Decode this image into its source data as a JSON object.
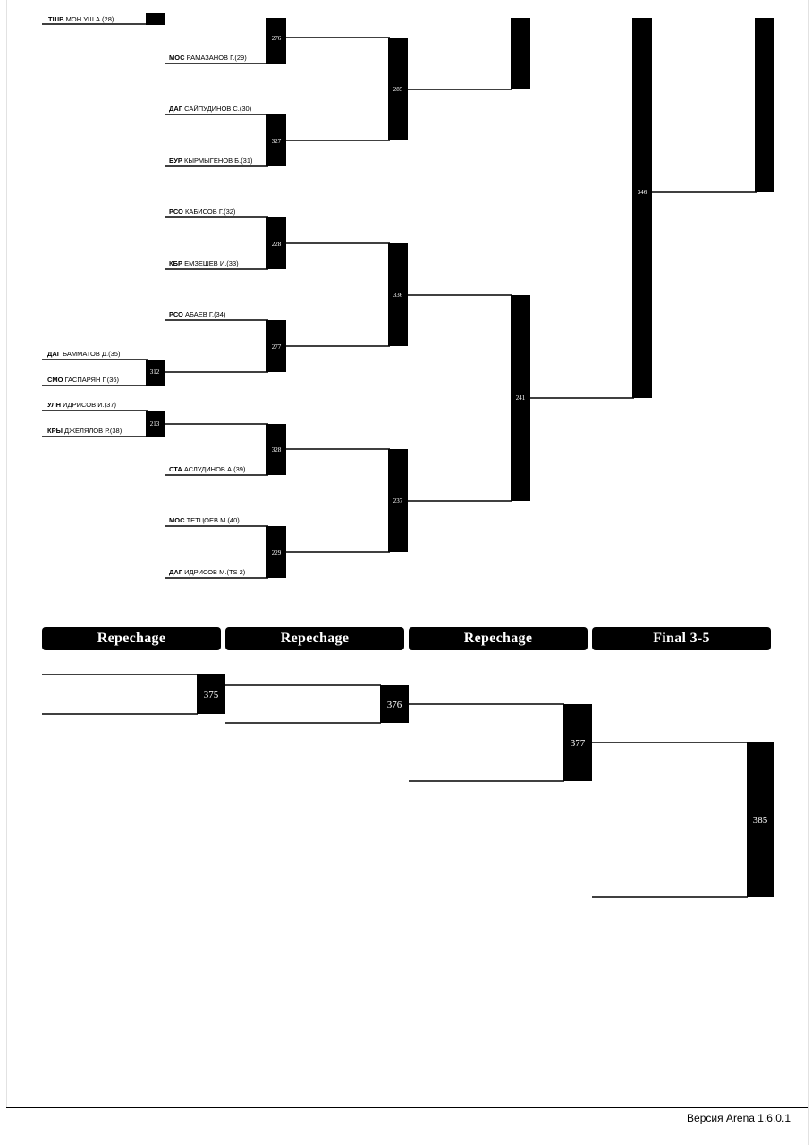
{
  "participants": [
    {
      "team": "ТШВ",
      "name": "МОН УШ А.(28)"
    },
    {
      "team": "МОС",
      "name": "РАМАЗАНОВ Г.(29)"
    },
    {
      "team": "ДАГ",
      "name": "САЙПУДИНОВ С.(30)"
    },
    {
      "team": "БУР",
      "name": "КЫРМЫГЕНОВ Б.(31)"
    },
    {
      "team": "РСО",
      "name": "КАБИСОВ Г.(32)"
    },
    {
      "team": "КБР",
      "name": "ЕМЗЕШЕВ И.(33)"
    },
    {
      "team": "РСО",
      "name": "АБАЕВ Г.(34)"
    },
    {
      "team": "ДАГ",
      "name": "БАММАТОВ Д.(35)"
    },
    {
      "team": "СМО",
      "name": "ГАСПАРЯН Г.(36)"
    },
    {
      "team": "УЛН",
      "name": "ИДРИСОВ И.(37)"
    },
    {
      "team": "КРЫ",
      "name": "ДЖЕЛЯЛОВ Р.(38)"
    },
    {
      "team": "СТА",
      "name": "АСЛУДИНОВ А.(39)"
    },
    {
      "team": "МОС",
      "name": "ТЕТЦОЕВ М.(40)"
    },
    {
      "team": "ДАГ",
      "name": "ИДРИСОВ М.(TS 2)"
    }
  ],
  "bouts": {
    "b276": "276",
    "b327": "327",
    "b285": "285",
    "b228": "228",
    "b277": "277",
    "b312": "312",
    "b336": "336",
    "b213": "213",
    "b328": "328",
    "b229": "229",
    "b237": "237",
    "b241": "241",
    "b346": "346"
  },
  "repechage": {
    "headers": [
      "Repechage",
      "Repechage",
      "Repechage",
      "Final 3-5"
    ],
    "bouts": {
      "b375": "375",
      "b376": "376",
      "b377": "377",
      "b385": "385"
    }
  },
  "footer": {
    "version": "Версия Arena 1.6.0.1"
  }
}
